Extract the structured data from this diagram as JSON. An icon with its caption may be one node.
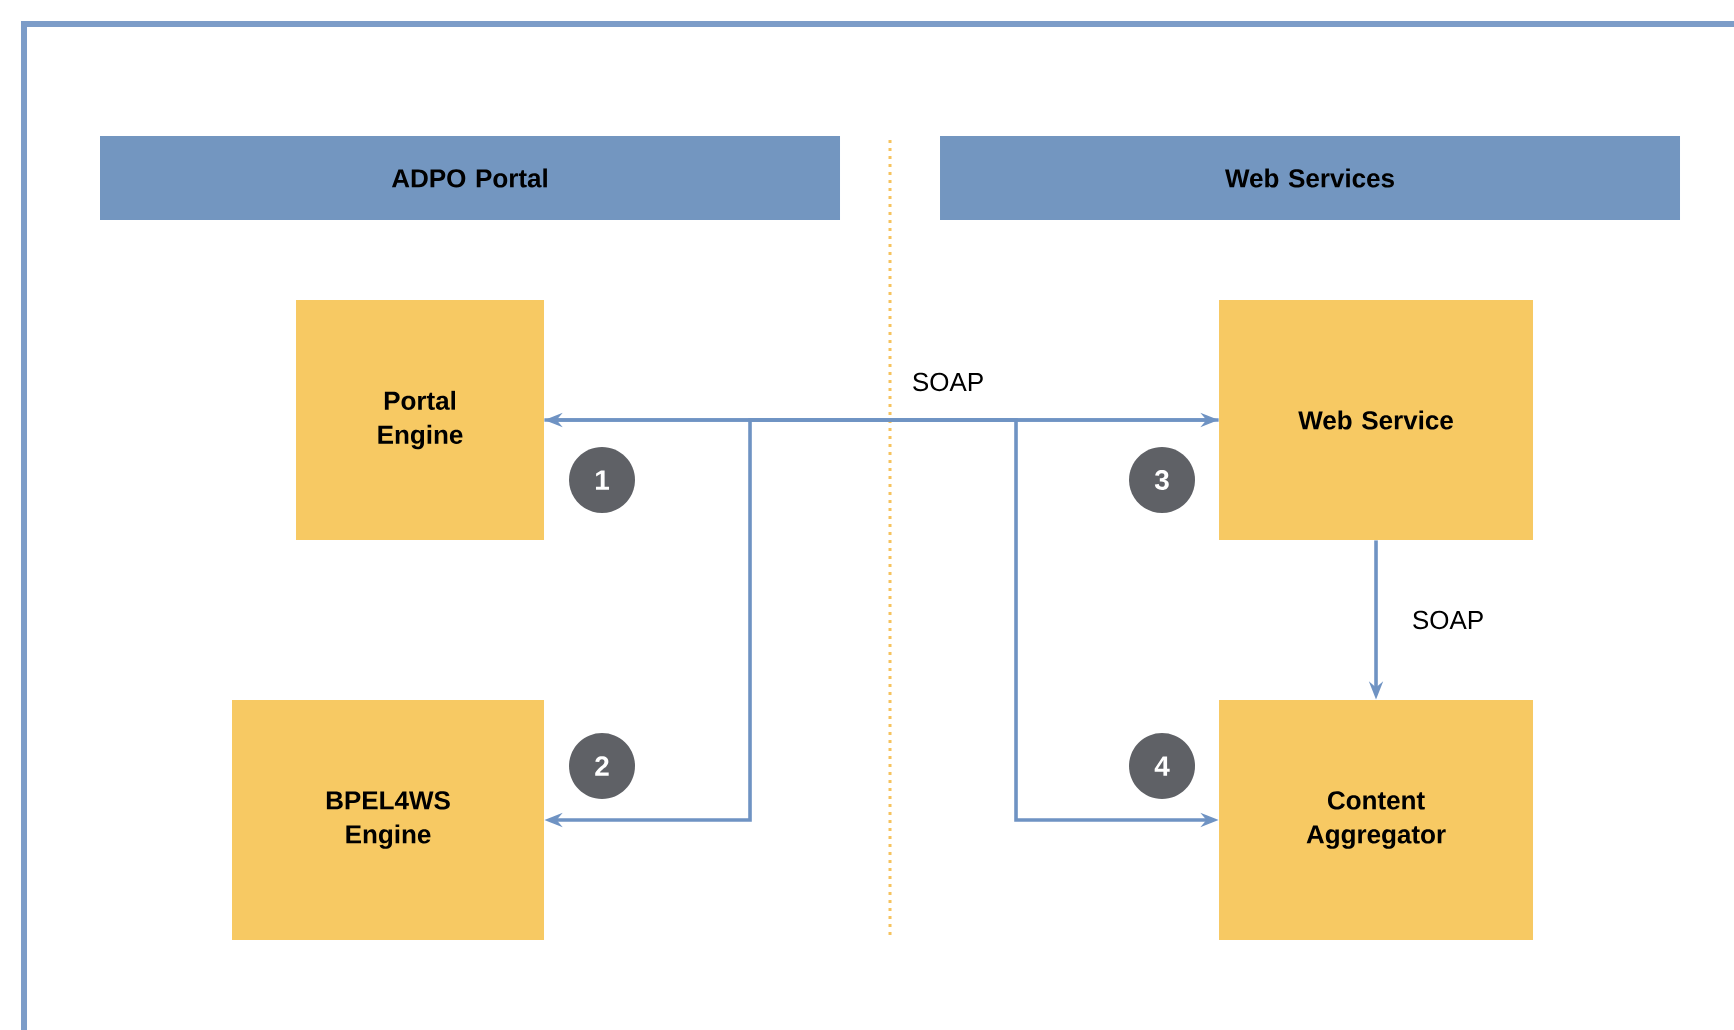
{
  "diagram": {
    "nodes": [
      {
        "text": [
          "ADPO Portal"
        ]
      },
      {
        "text": [
          "Web Services"
        ]
      },
      {
        "text": [
          "Portal Engine"
        ]
      },
      {
        "text": [
          "BPEL4WS Engine"
        ]
      },
      {
        "text": [
          "Web Service"
        ]
      },
      {
        "text": [
          "Content Aggregator"
        ]
      }
    ],
    "edges": [
      {
        "from": 2,
        "to": 4,
        "arrow": "both",
        "label": "SOAP"
      },
      {
        "from": 4,
        "to": 3,
        "arrow": "to"
      },
      {
        "from": 2,
        "to": 5,
        "arrow": "to"
      },
      {
        "from": 4,
        "to": 5,
        "arrow": "to",
        "label": "SOAP"
      }
    ],
    "labels": [
      "1",
      "3",
      "2",
      "4"
    ]
  }
}
